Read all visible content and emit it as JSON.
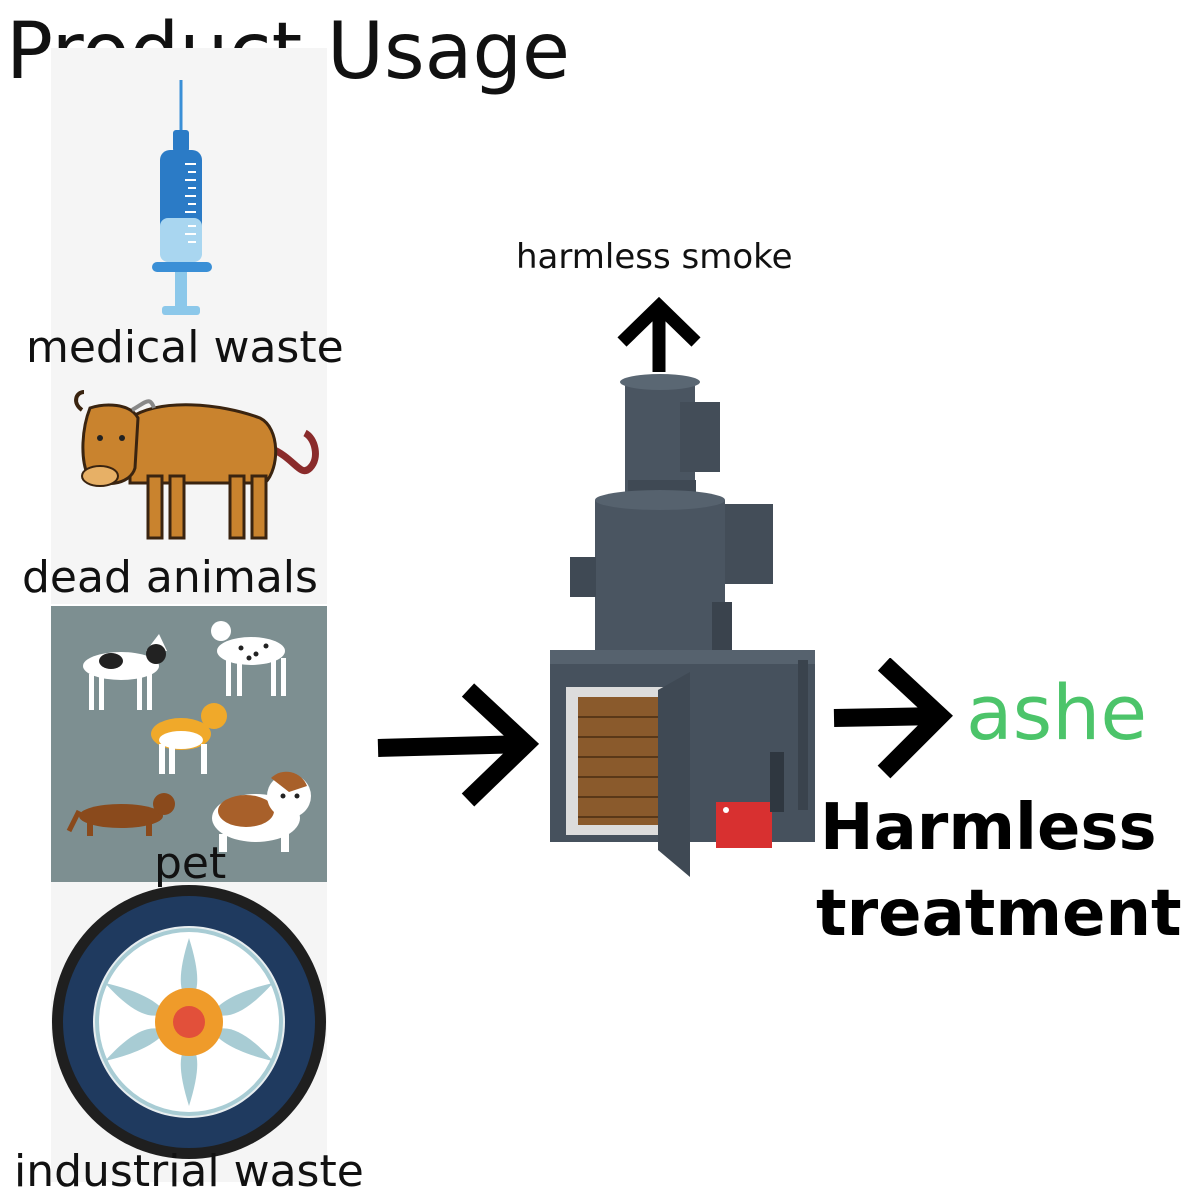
{
  "title": "Product Usage",
  "inputs": {
    "medical": "medical waste",
    "animals": "dead animals",
    "pet": "pet",
    "industrial": "industrial waste"
  },
  "outputs": {
    "smoke": "harmless smoke",
    "ashe": "ashe",
    "treatment_line1": "Harmless",
    "treatment_line2": "treatment"
  },
  "colors": {
    "ashe": "#4cc46a",
    "incinerator": "#4a5561",
    "pet_panel": "#7d8f91",
    "syringe": "#2b7bc6",
    "tire": "#1f3a5f"
  }
}
